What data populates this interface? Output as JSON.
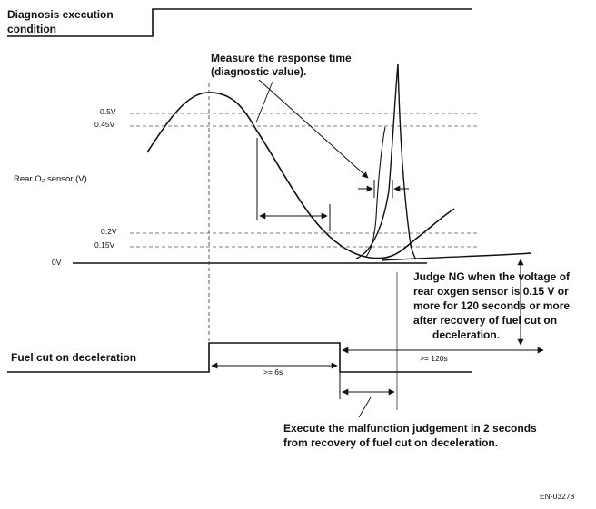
{
  "signals": {
    "diagnosis_condition": [
      "Diagnosis execution",
      "condition"
    ],
    "fuel_cut": "Fuel cut on deceleration",
    "rear_sensor": "Rear O₂ sensor (V)"
  },
  "voltage_levels": {
    "v05": "0.5V",
    "v045": "0.45V",
    "v02": "0.2V",
    "v015": "0.15V",
    "v0": "0V"
  },
  "annotations": {
    "measure": [
      "Measure the response time",
      "(diagnostic value)."
    ],
    "judge": [
      "Judge NG when the voltage of",
      "rear oxgen sensor is 0.15 V or",
      "more for 120 seconds or more",
      "after recovery of fuel cut on",
      "deceleration."
    ],
    "execute": [
      "Execute the malfunction judgement  in 2 seconds",
      "from recovery of fuel cut on deceleration."
    ],
    "time_6s": ">= 6s",
    "time_120s": ">= 120s"
  },
  "figure_id": "EN-03278"
}
